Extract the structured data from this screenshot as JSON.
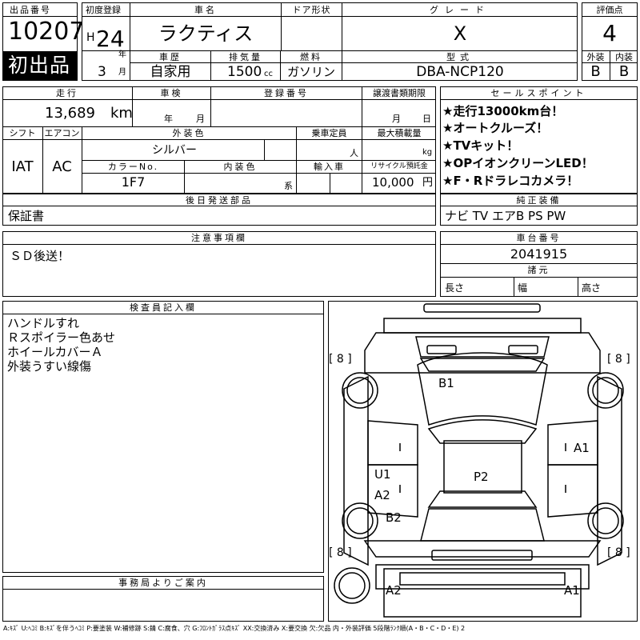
{
  "top": {
    "lot_label": "出品番号",
    "lot_number": "10207",
    "first_time_label": "初出品",
    "reg_label": "初度登録",
    "era": "H",
    "year": "24",
    "year_unit": "年",
    "month": "3",
    "month_unit": "月",
    "car_name_label": "車名",
    "car_name": "ラクティス",
    "door_label": "ドア形状",
    "door_value": "",
    "grade_label": "グレード",
    "grade": "X",
    "score_label": "評価点",
    "score": "4",
    "history_label": "車歴",
    "history": "自家用",
    "displacement_label": "排気量",
    "displacement": "1500",
    "displacement_unit": "cc",
    "fuel_label": "燃料",
    "fuel": "ガソリン",
    "model_label": "型式",
    "model": "DBA-NCP120",
    "exterior_label": "外装",
    "exterior_grade": "B",
    "interior_label": "内装",
    "interior_grade": "B"
  },
  "row2": {
    "mileage_label": "走行",
    "mileage": "13,689",
    "mileage_unit": "km",
    "inspection_label": "車検",
    "year_unit": "年",
    "month_unit": "月",
    "plate_label": "登録番号",
    "plate": "",
    "transfer_label": "譲渡書類期限",
    "month_unit2": "月",
    "day_unit": "日",
    "shift_label": "シフト",
    "shift": "IAT",
    "ac_label": "エアコン",
    "ac": "AC",
    "color_label": "外装色",
    "color": "シルバー",
    "capacity_label": "乗車定員",
    "capacity_unit": "人",
    "load_label": "最大積載量",
    "load_unit": "kg",
    "color_no_label": "カラーNo.",
    "color_no": "1F7",
    "interior_color_label": "内装色",
    "interior_color_unit": "系",
    "import_label": "輸入車",
    "recycle_label": "リサイクル預託金",
    "recycle": "10,000",
    "recycle_unit": "円"
  },
  "sales": {
    "label": "セールスポイント",
    "points": [
      "★走行13000km台！",
      "★オートクルーズ！",
      "★TVキット！",
      "★OPイオンクリーンLED！",
      "★F・Rドラレコカメラ！"
    ]
  },
  "later": {
    "label": "後日発送部品",
    "value": "保証書"
  },
  "equipment": {
    "label": "純正装備",
    "value": "ナビ TV エアB PS PW"
  },
  "notes": {
    "label": "注意事項欄",
    "value": "ＳＤ後送！"
  },
  "chassis": {
    "label": "車台番号",
    "value": "2041915",
    "spec_label": "諸元",
    "length_label": "長さ",
    "width_label": "幅",
    "height_label": "高さ"
  },
  "inspector": {
    "label": "検査員記入欄",
    "lines": [
      "ハンドルすれ",
      "Ｒスポイラー色あせ",
      "ホイールカバーＡ",
      "外装うすい線傷"
    ]
  },
  "office": {
    "label": "事務局よりご案内",
    "value": ""
  },
  "diagram": {
    "tire_marks": [
      "[ 8 ]",
      "[ 8 ]",
      "[ 8 ]",
      "[ 8 ]"
    ],
    "marks": {
      "b1": "B1",
      "a1_right": "A1",
      "u1": "U1",
      "p2": "P2",
      "a2_left": "A2",
      "b2": "B2",
      "a2_bottom": "A2",
      "a1_bottom": "A1"
    }
  },
  "legend": "A:ｷｽﾞ U:ﾍｺﾐ B:ｷｽﾞを伴うﾍｺﾐ P:要塗装 W:補修跡 S:錆 C:腐食、穴 G:ﾌﾛﾝﾄｶﾞﾗｽ点ｷｽﾞ XX:交換済み X:要交換 欠:欠品 内・外装評価 5段階ﾗﾝｸ順(A・B・C・D・E) 2"
}
